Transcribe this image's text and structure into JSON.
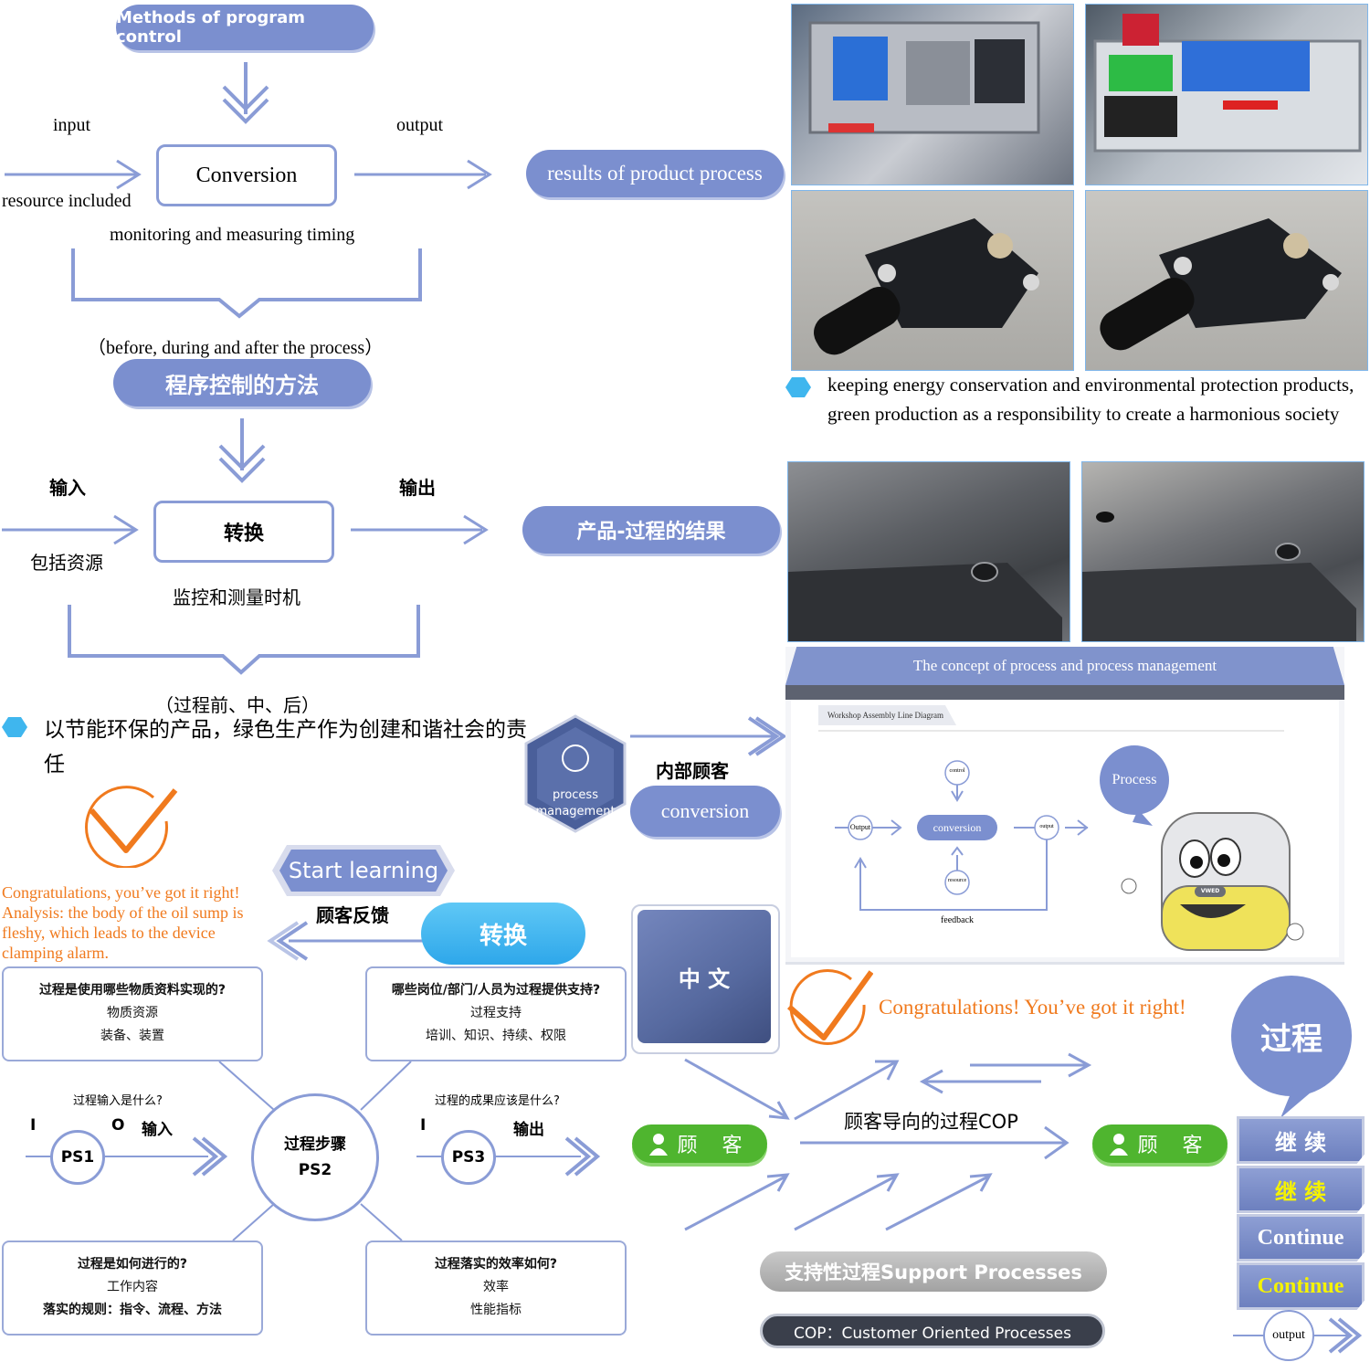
{
  "en_flow": {
    "title": "Methods of program control",
    "input": "input",
    "output": "output",
    "conversion": "Conversion",
    "resource": "resource included",
    "monitoring": "monitoring and measuring timing",
    "timing": "（before, during and after the process）",
    "result": "results of product process"
  },
  "cn_flow": {
    "title": "程序控制的方法",
    "input": "输入",
    "output": "输出",
    "conversion": "转换",
    "resource": "包括资源",
    "monitoring": "监控和测量时机",
    "timing": "（过程前、中、后）",
    "result": "产品-过程的结果"
  },
  "energy": {
    "en": "keeping energy conservation and environmental protection products, green production as a responsibility to create a harmonious society",
    "cn": "以节能环保的产品，绿色生产作为创建和谐社会的责任"
  },
  "concept": {
    "banner": "The concept of process and process management",
    "diagram_tag": "Workshop Assembly Line Diagram",
    "control": "control",
    "conversion": "conversion",
    "resource": "resource",
    "output_left": "Output",
    "output_right": "output",
    "feedback": "feedback",
    "process_bubble": "Process",
    "mascot_badge": "VWED"
  },
  "feedback_cn": {
    "hex_label": "process management",
    "internal_customer": "内部顾客",
    "conversion_btn": "conversion",
    "customer_feedback": "顾客反馈",
    "start_learning": "Start learning",
    "zhuanhuan": "转换",
    "zhongwen": "中 文"
  },
  "analysis": {
    "congrats": "Congratulations, you’ve got it right!",
    "analysis": "Analysis: the body of the oil sump is fleshy, which leads to the device clamping alarm.",
    "congrats2": "Congratulations! You’ve got it right!"
  },
  "ps_diagram": {
    "q1": [
      "过程是使用哪些物质资料实现的?",
      "物质资源",
      "装备、装置"
    ],
    "q2": [
      "哪些岗位/部门/人员为过程提供支持?",
      "过程支持",
      "培训、知识、持续、权限"
    ],
    "q3": [
      "过程是如何进行的?",
      "工作内容",
      "落实的规则：指令、流程、方法"
    ],
    "q4": [
      "过程落实的效率如何?",
      "效率",
      "性能指标"
    ],
    "input_q": "过程输入是什么?",
    "output_q": "过程的成果应该是什么?",
    "I1": "I",
    "O1": "O",
    "in_label": "输入",
    "I2": "I",
    "out_label": "输出",
    "ps1": "PS1",
    "ps2_line1": "过程步骤",
    "ps2_line2": "PS2",
    "ps3": "PS3"
  },
  "cop": {
    "customer_left": "顾 客",
    "customer_right": "顾 客",
    "center": "顾客导向的过程COP",
    "support": "支持性过程Support Processes",
    "definition": "COP：Customer Oriented Processes",
    "bubble": "过程"
  },
  "buttons": {
    "b1": "继 续",
    "b2": "继 续",
    "b3": "Continue",
    "b4": "Continue",
    "output": "output"
  },
  "colors": {
    "accent": "#7b8fcf",
    "line": "#8a9cd6",
    "green": "#4fb52f",
    "orange": "#f07a1e",
    "hex": "#4a5f9a",
    "cyan": "#3fb6ee"
  }
}
